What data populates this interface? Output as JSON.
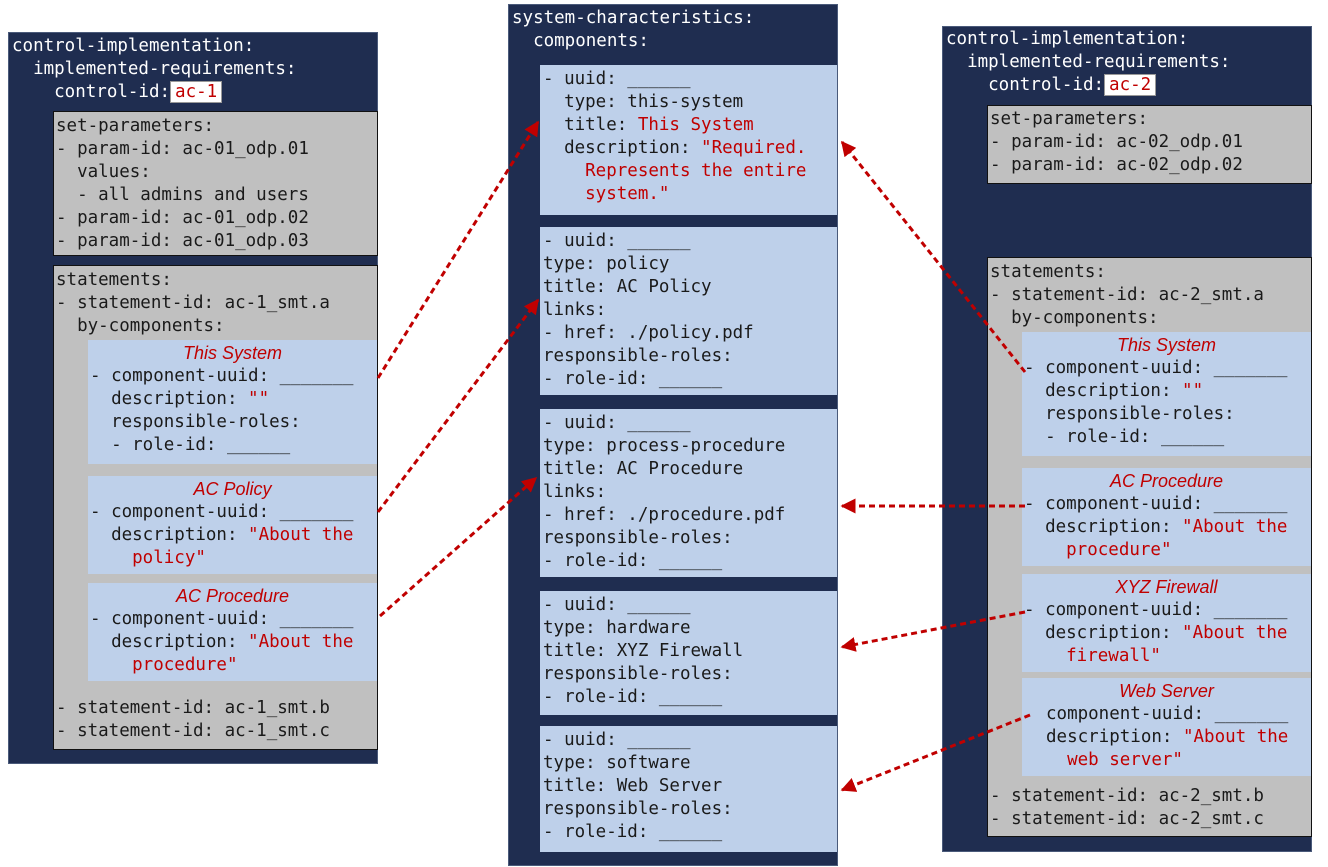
{
  "left": {
    "l1": "control-implementation:",
    "l2": "  implemented-requirements:",
    "l3": "    control-id:",
    "control_id": "ac-1",
    "set_parameters": [
      "set-parameters:",
      "- param-id: ac-01_odp.01",
      "  values:",
      "  - all admins and users",
      "- param-id: ac-01_odp.02",
      "- param-id: ac-01_odp.03"
    ],
    "statements_head": [
      "statements:",
      "- statement-id: ac-1_smt.a",
      "  by-components:"
    ],
    "bc1": {
      "title": "This System",
      "uuid": "- component-uuid: _______",
      "desc_key": "  description: ",
      "desc_val": "\"\"",
      "roles": "  responsible-roles:",
      "role": "  - role-id: ______"
    },
    "bc2": {
      "title": "AC Policy",
      "uuid": "- component-uuid: _______",
      "desc_key": "  description: ",
      "desc_val": "\"About the",
      "desc_val2": "    policy\""
    },
    "bc3": {
      "title": "AC Procedure",
      "uuid": "- component-uuid: _______",
      "desc_key": "  description: ",
      "desc_val": "\"About the",
      "desc_val2": "    procedure\""
    },
    "statements_tail": [
      "- statement-id: ac-1_smt.b",
      "- statement-id: ac-1_smt.c"
    ]
  },
  "middle": {
    "l1": "system-characteristics:",
    "l2": "  components:",
    "c1": {
      "uuid": "- uuid: ______",
      "type": "  type: this-system",
      "title_key": "  title: ",
      "title_val": "This System",
      "desc_key": "  description: ",
      "desc_val": "\"Required.",
      "desc_val2": "    Represents the entire",
      "desc_val3": "    system.\""
    },
    "c2": [
      "- uuid: ______",
      "type: policy",
      "title: AC Policy",
      "links:",
      "- href: ./policy.pdf",
      "responsible-roles:",
      "- role-id: ______"
    ],
    "c3": [
      "- uuid: ______",
      "type: process-procedure",
      "title: AC Procedure",
      "links:",
      "- href: ./procedure.pdf",
      "responsible-roles:",
      "- role-id: ______"
    ],
    "c4": [
      "- uuid: ______",
      "type: hardware",
      "title: XYZ Firewall",
      "responsible-roles:",
      "- role-id: ______"
    ],
    "c5": [
      "- uuid: ______",
      "type: software",
      "title: Web Server",
      "responsible-roles:",
      "- role-id: ______"
    ]
  },
  "right": {
    "l1": "control-implementation:",
    "l2": "  implemented-requirements:",
    "l3": "    control-id:",
    "control_id": "ac-2",
    "set_parameters": [
      "set-parameters:",
      "- param-id: ac-02_odp.01",
      "- param-id: ac-02_odp.02"
    ],
    "statements_head": [
      "statements:",
      "- statement-id: ac-2_smt.a",
      "  by-components:"
    ],
    "bc1": {
      "title": "This System",
      "uuid": "- component-uuid: _______",
      "desc_key": "  description: ",
      "desc_val": "\"\"",
      "roles": "  responsible-roles:",
      "role": "  - role-id: ______"
    },
    "bc2": {
      "title": "AC Procedure",
      "uuid": "- component-uuid: _______",
      "desc_key": "  description: ",
      "desc_val": "\"About the",
      "desc_val2": "    procedure\""
    },
    "bc3": {
      "title": "XYZ Firewall",
      "uuid": "- component-uuid: _______",
      "desc_key": "  description: ",
      "desc_val": "\"About the",
      "desc_val2": "    firewall\""
    },
    "bc4": {
      "title": "Web Server",
      "uuid": "component-uuid: _______",
      "desc_key": "description: ",
      "desc_val": "\"About the",
      "desc_val2": "  web server\""
    },
    "statements_tail": [
      "- statement-id: ac-2_smt.b",
      "- statement-id: ac-2_smt.c"
    ]
  },
  "colors": {
    "panel": "#1f2d50",
    "gray_box": "#c0c0c0",
    "blue_box": "#bed0ea",
    "accent_red": "#c00000"
  }
}
